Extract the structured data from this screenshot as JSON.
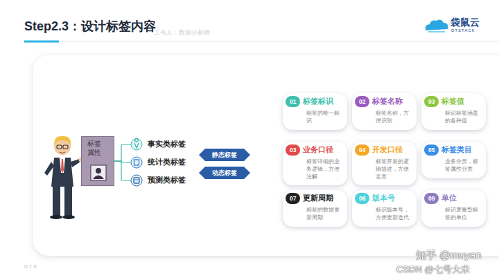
{
  "diagram": {
    "title": "Step2.3：设计标签内容",
    "nodes": [
      {
        "text": [
          "标签属性"
        ]
      },
      {
        "text": [
          "事实类标签"
        ]
      },
      {
        "text": [
          "统计类标签"
        ]
      },
      {
        "text": [
          "预测类标签"
        ]
      },
      {
        "text": [
          "静态标签"
        ]
      },
      {
        "text": [
          "动态标签"
        ]
      },
      {
        "text": [
          "01",
          "标签标识",
          "标签的唯一标识"
        ]
      },
      {
        "text": [
          "02",
          "标签名称",
          "标签名称，方便识别"
        ]
      },
      {
        "text": [
          "03",
          "标签值",
          "标识标签涵盖的各种值"
        ]
      },
      {
        "text": [
          "03",
          "业务口径",
          "标签详细的业务逻辑，方便注解"
        ]
      },
      {
        "text": [
          "04",
          "开发口径",
          "标签开发的逻辑描述，方便走查"
        ]
      },
      {
        "text": [
          "05",
          "标签类目",
          "业务分类，标签属性分类"
        ]
      },
      {
        "text": [
          "07",
          "更新周期",
          "标签的数据更新周期"
        ]
      },
      {
        "text": [
          "08",
          "版本号",
          "标识版本号，方便更新迭代"
        ]
      },
      {
        "text": [
          "09",
          "单位",
          "标识度量型标签的单位"
        ]
      }
    ],
    "edges": [
      {
        "from": 0,
        "to": 1,
        "arrow": "none"
      },
      {
        "from": 0,
        "to": 2,
        "arrow": "none"
      },
      {
        "from": 0,
        "to": 3,
        "arrow": "none"
      }
    ],
    "labels": [
      "工号人：数据分析师",
      "袋鼠云",
      "DTSTACK",
      "DTS",
      "知乎 @muyan",
      "CSDN @七号大米"
    ]
  }
}
